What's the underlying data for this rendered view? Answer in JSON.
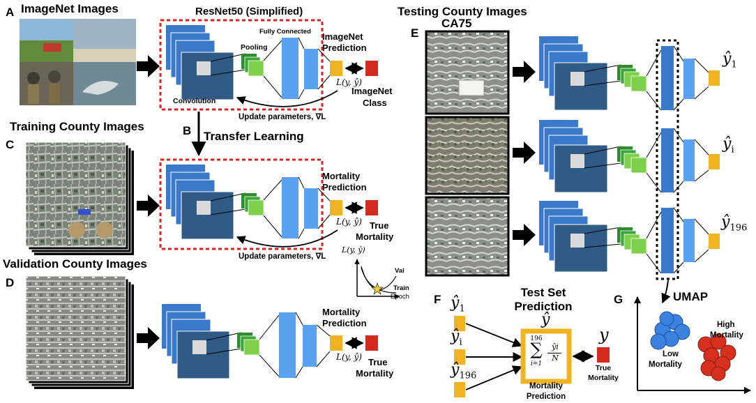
{
  "panels": {
    "A": {
      "letter": "A",
      "title": "ImageNet Images"
    },
    "B": {
      "letter": "B",
      "title": "Transfer Learning"
    },
    "C": {
      "letter": "C",
      "title": "Training County Images"
    },
    "D": {
      "letter": "D",
      "title": "Validation County Images"
    },
    "E": {
      "letter": "E",
      "title": "Testing County Images",
      "subtitle": "CA75"
    },
    "F": {
      "letter": "F",
      "title_line1": "Test Set",
      "title_line2": "Prediction"
    },
    "G": {
      "letter": "G",
      "title": "UMAP"
    }
  },
  "network": {
    "title": "ResNet50 (Simplified)",
    "convolution": "Convolution",
    "pooling": "Pooling",
    "fully_connected": "Fully Connected",
    "imagenet_prediction_1": "ImageNet",
    "imagenet_prediction_2": "Prediction",
    "imagenet_class_1": "ImageNet",
    "imagenet_class_2": "Class",
    "update_params": "Update parameters, ∇L",
    "loss": "L(y, ŷ)"
  },
  "training": {
    "mortality_prediction_1": "Mortality",
    "mortality_prediction_2": "Prediction",
    "true_mortality_1": "True",
    "true_mortality_2": "Mortality",
    "update_params": "Update parameters, ∇L",
    "loss": "L(y, ŷ)"
  },
  "loss_curve": {
    "ylabel": "L(y, ŷ)",
    "xlabel": "Epoch",
    "val": "Val",
    "train": "Train"
  },
  "validation": {
    "mortality_prediction_1": "Mortality",
    "mortality_prediction_2": "Prediction",
    "true_mortality_1": "True",
    "true_mortality_2": "Mortality",
    "loss": "L(y, ŷ)"
  },
  "testing": {
    "y1": "ŷ",
    "y1_sub": "1",
    "yi": "ŷ",
    "yi_sub": "i",
    "y196": "ŷ",
    "y196_sub": "196"
  },
  "aggregation": {
    "y1": "ŷ",
    "y1_sub": "1",
    "yi": "ŷ",
    "yi_sub": "i",
    "y196": "ŷ",
    "y196_sub": "196",
    "yhat": "ŷ",
    "sum_top": "196",
    "sum_symbol": "∑",
    "sum_bottom": "i=1",
    "frac_num": "ŷi",
    "frac_den": "N",
    "mortality_prediction_1": "Mortality",
    "mortality_prediction_2": "Prediction",
    "y": "y",
    "true_mortality_1": "True",
    "true_mortality_2": "Mortality"
  },
  "umap": {
    "low_1": "Low",
    "low_2": "Mortality",
    "high_1": "High",
    "high_2": "Mortality"
  },
  "colors": {
    "dark_blue": "#2f5b86",
    "mid_blue": "#3a78c9",
    "light_blue": "#5aa2f0",
    "green": "#7ed04a",
    "dark_green": "#2e8b2e",
    "orange": "#f0b323",
    "red": "#d52b1e",
    "dashed_red": "#e02020",
    "gray": "#d9d9d9",
    "cluster_blue": "#3b82e0",
    "cluster_red": "#d7301f"
  }
}
